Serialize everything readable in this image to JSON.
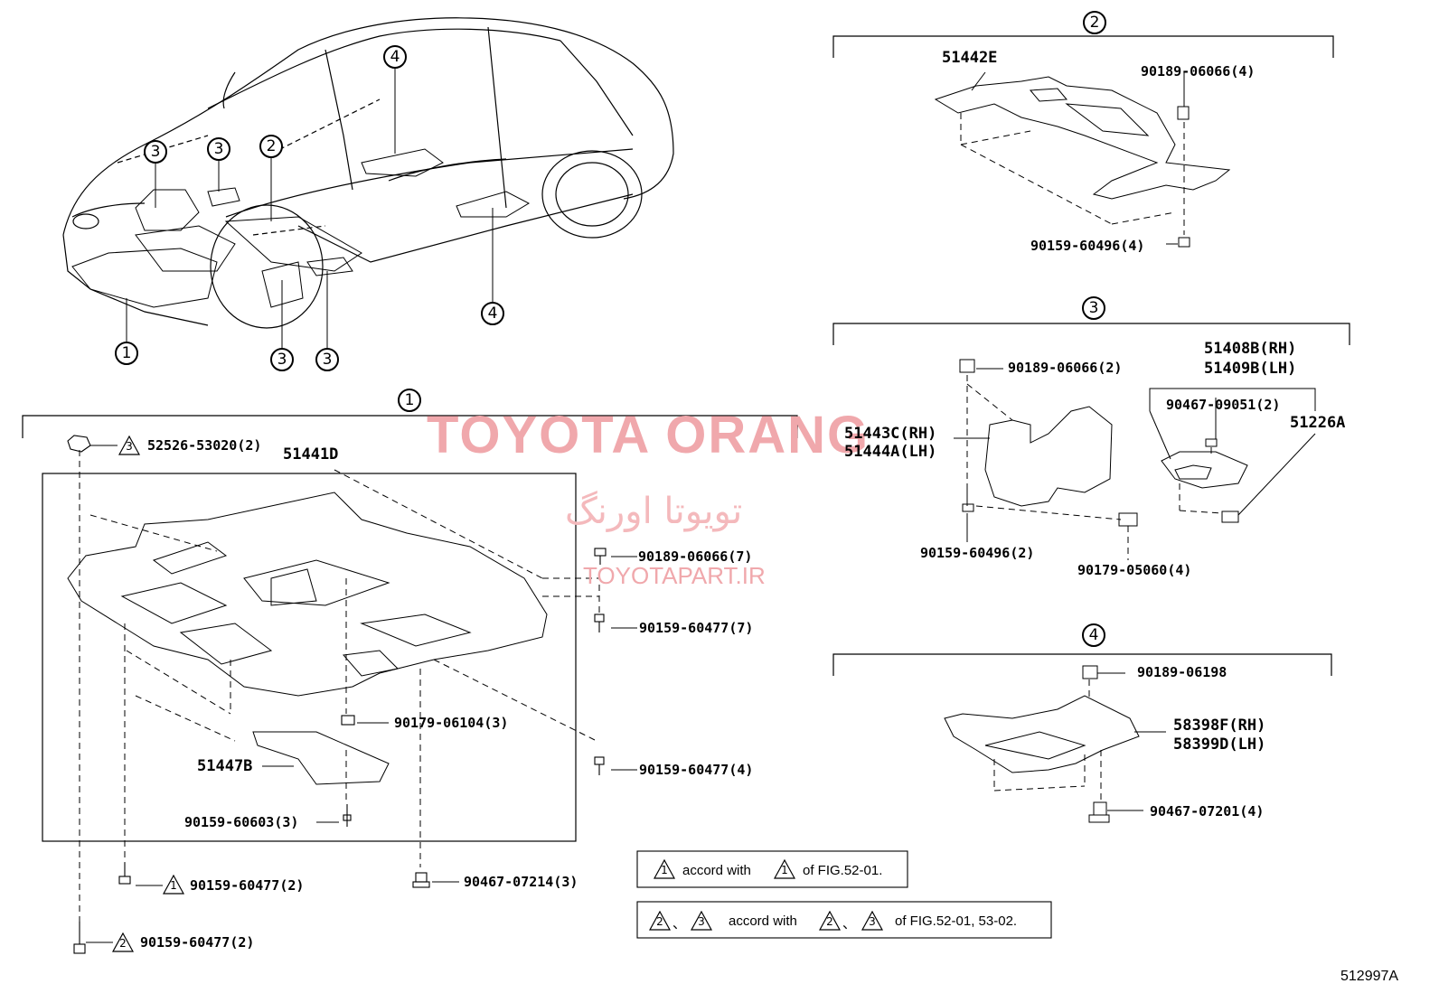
{
  "watermark": {
    "brand": "TOYOTA ORANG",
    "persian": "تویوتا اورنگ",
    "url": "TOYOTAPART.IR"
  },
  "callouts": {
    "c1": "1",
    "c2": "2",
    "c3": "3",
    "c4": "4"
  },
  "section1": {
    "header": "1",
    "main_part": "51441D",
    "sub_part": "51447B",
    "fasteners": {
      "clip_top": "52526-53020(2)",
      "clip_top_tri": "3",
      "nut_right": "90189-06066(7)",
      "screw_right": "90159-60477(7)",
      "nut_center": "90179-06104(3)",
      "screw_lower_right": "90159-60477(4)",
      "screw_sub": "90159-60603(3)",
      "screw_tri1": "90159-60477(2)",
      "screw_tri1_tri": "1",
      "screw_tri2": "90159-60477(2)",
      "screw_tri2_tri": "2",
      "bolt_bottom": "90467-07214(3)"
    }
  },
  "section2": {
    "header": "2",
    "part": "51442E",
    "fasteners": {
      "nut": "90189-06066(4)",
      "screw": "90159-60496(4)"
    }
  },
  "section3": {
    "header": "3",
    "part_rh": "51443C(RH)",
    "part_lh": "51444A(LH)",
    "part2_rh": "51408B(RH)",
    "part2_lh": "51409B(LH)",
    "part3": "51226A",
    "fasteners": {
      "nut": "90189-06066(2)",
      "screw": "90159-60496(2)",
      "nut2": "90179-05060(4)",
      "bolt": "90467-09051(2)"
    }
  },
  "section4": {
    "header": "4",
    "part_rh": "58398F(RH)",
    "part_lh": "58399D(LH)",
    "fasteners": {
      "nut": "90189-06198",
      "bolt": "90467-07201(4)"
    }
  },
  "notes": {
    "note1": {
      "t1": "1",
      "text1": "accord with",
      "t2": "1",
      "text2": "of FIG.52-01."
    },
    "note2": {
      "t1": "2",
      "sep": "、",
      "t2": "3",
      "text1": "accord with",
      "t3": "2",
      "sep2": "、",
      "t4": "3",
      "text2": "of FIG.52-01, 53-02."
    }
  },
  "figure_id": "512997A"
}
